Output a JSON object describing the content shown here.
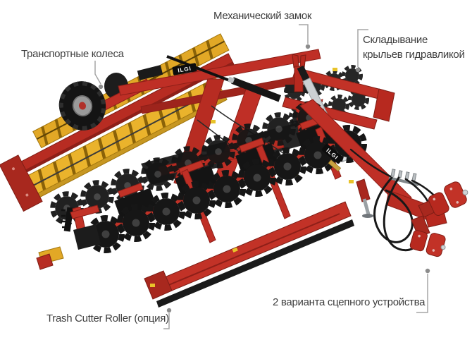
{
  "page": {
    "background": "#ffffff",
    "description": "Annotated product illustration of a trailed disc harrow"
  },
  "machine": {
    "name": "disc-harrow",
    "brand_plate": "ILGI"
  },
  "annotations": [
    {
      "id": "transport-wheels",
      "label": "Транспортные колеса"
    },
    {
      "id": "mechanical-lock",
      "label": "Механический замок"
    },
    {
      "id": "wing-folding",
      "label": "Складывание крыльев гидравликой"
    },
    {
      "id": "hitch-options",
      "label": "2 варианта сцепного устройства"
    },
    {
      "id": "trash-cutter-roller",
      "label": "Trash Cutter Roller (опция)"
    }
  ],
  "colors": {
    "frame_red": "#bf2f26",
    "frame_red_dark": "#8e1f18",
    "roller_yellow": "#e2a826",
    "disc_black": "#161616",
    "chrome": "#ccd0d3",
    "label_text": "#3e3e3e",
    "callout_line": "#a5a5a5",
    "callout_dot": "#8c8c8c"
  }
}
